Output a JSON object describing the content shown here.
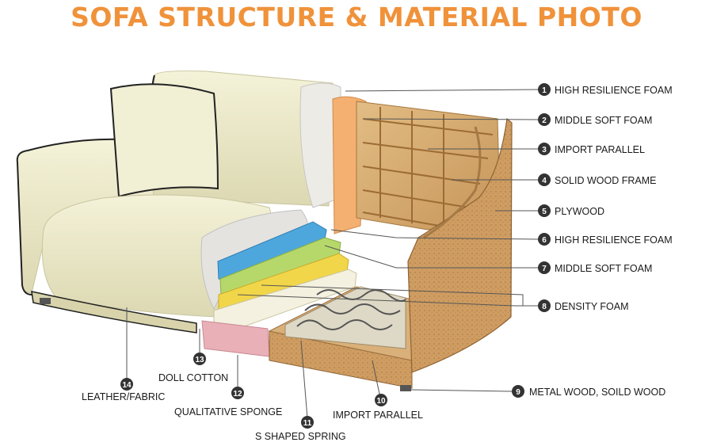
{
  "title": "SOFA STRUCTURE & MATERIAL PHOTO",
  "labels": [
    {
      "num": "1",
      "text": "HIGH RESILIENCE FOAM"
    },
    {
      "num": "2",
      "text": "MIDDLE SOFT FOAM"
    },
    {
      "num": "3",
      "text": "IMPORT PARALLEL"
    },
    {
      "num": "4",
      "text": "SOLID WOOD FRAME"
    },
    {
      "num": "5",
      "text": "PLYWOOD"
    },
    {
      "num": "6",
      "text": "HIGH RESILIENCE FOAM"
    },
    {
      "num": "7",
      "text": "MIDDLE SOFT FOAM"
    },
    {
      "num": "8",
      "text": "DENSITY FOAM"
    },
    {
      "num": "9",
      "text": "METAL WOOD, SOILD WOOD"
    },
    {
      "num": "10",
      "text": "IMPORT PARALLEL"
    },
    {
      "num": "11",
      "text": "S SHAPED SPRING"
    },
    {
      "num": "12",
      "text": "QUALITATIVE SPONGE"
    },
    {
      "num": "13",
      "text": "DOLL COTTON"
    },
    {
      "num": "14",
      "text": "LEATHER/FABRIC"
    }
  ],
  "colors": {
    "title": "#f0923a",
    "leather": "#ece9c8",
    "wood": "#d2a56c",
    "plywood": "#c8955a",
    "blue_foam": "#4ea7dc",
    "green_foam": "#b6d86a",
    "yellow_foam": "#f2d64a",
    "pink_sponge": "#eab0b8",
    "orange_foam": "#f4b070",
    "badge": "#333333"
  }
}
